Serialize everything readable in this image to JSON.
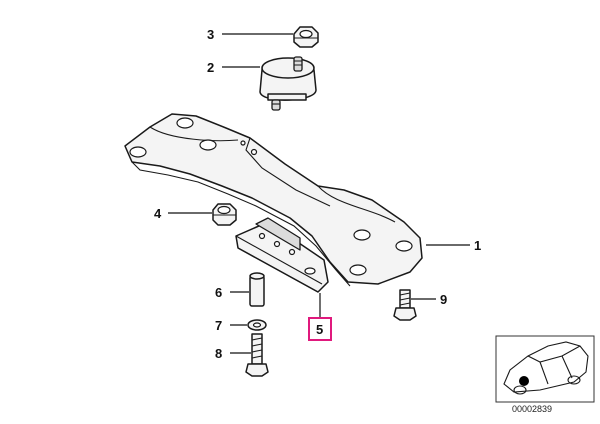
{
  "callouts": [
    {
      "id": "1",
      "label": "1"
    },
    {
      "id": "2",
      "label": "2"
    },
    {
      "id": "3",
      "label": "3"
    },
    {
      "id": "4",
      "label": "4"
    },
    {
      "id": "5",
      "label": "5"
    },
    {
      "id": "6",
      "label": "6"
    },
    {
      "id": "7",
      "label": "7"
    },
    {
      "id": "8",
      "label": "8"
    },
    {
      "id": "9",
      "label": "9"
    }
  ],
  "highlighted_callout": "5",
  "highlight_color": "#e0197d",
  "thumbnail": {
    "reference_number": "00002839"
  }
}
